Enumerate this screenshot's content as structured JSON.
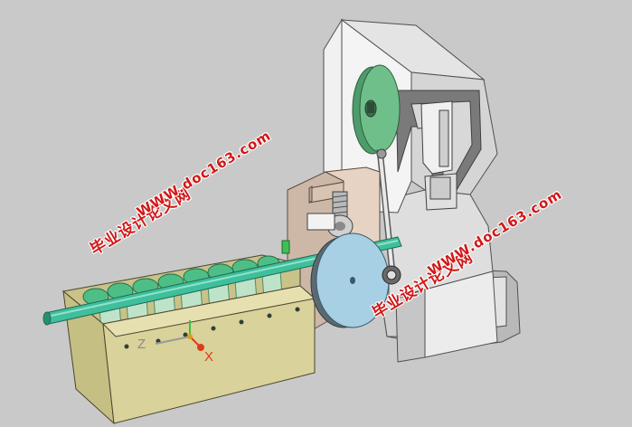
{
  "watermark": {
    "chinese": "毕业设计论文网",
    "url": "WWW.doc163.com"
  },
  "axes": {
    "x_label": "X",
    "z_label": "Z"
  },
  "colors": {
    "background": "#c9c9c9",
    "housing": "#e9e9e9",
    "trough": "#d9d29a",
    "flywheel": "#6fbf8a",
    "disc": "#a7d0e4",
    "pipe": "#3fbf9c",
    "plate": "#e7d3c3",
    "watermark": "#d01818",
    "axis_x": "#e23a1a"
  }
}
